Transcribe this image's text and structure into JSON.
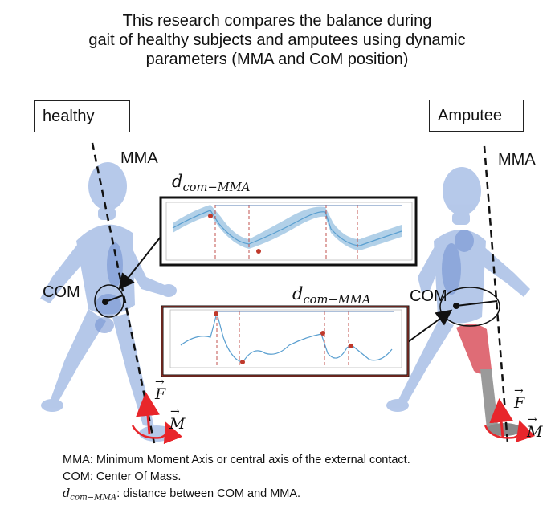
{
  "title_lines": [
    "This research compares the balance during",
    "gait of healthy subjects and amputees using dynamic",
    "parameters (MMA and CoM position)"
  ],
  "healthy": {
    "box_label": "healthy",
    "mma_label": "MMA",
    "com_label": "COM",
    "force_label": "F",
    "moment_label": "M"
  },
  "amputee": {
    "box_label": "Amputee",
    "mma_label": "MMA",
    "com_label": "COM",
    "force_label": "F",
    "moment_label": "M"
  },
  "distance_label": {
    "d": "d",
    "sub": "com−MMA"
  },
  "legend": {
    "line1": "MMA: Minimum Moment Axis or central axis of the external contact.",
    "line2": "COM: Center Of Mass.",
    "line3_d": "d",
    "line3_sub": "com−MMA",
    "line3_rest": ": distance between COM and MMA."
  },
  "colors": {
    "figure": "#a9bfe6",
    "figure_dark": "#6f8fd0",
    "prosthetic_socket": "#d9525e",
    "prosthetic_pylon": "#9a9a9a",
    "force_arrow": "#e8262b",
    "plot_line": "#5a9fd0",
    "plot_band": "#a8cbe6",
    "marker": "#c0392b",
    "dash_red": "#c0504d"
  }
}
